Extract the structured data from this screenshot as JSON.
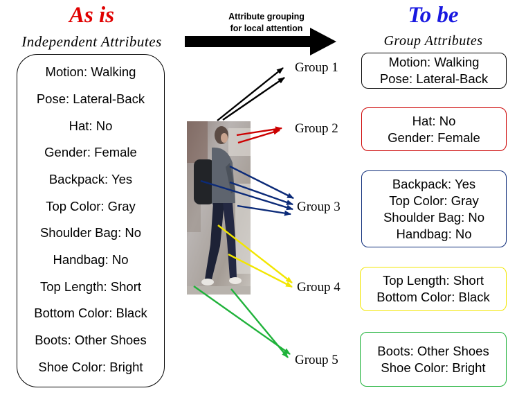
{
  "as_is": {
    "title": "As is",
    "subtitle": "Independent Attributes",
    "attributes": [
      "Motion: Walking",
      "Pose: Lateral-Back",
      "Hat: No",
      "Gender: Female",
      "Backpack: Yes",
      "Top Color: Gray",
      "Shoulder Bag: No",
      "Handbag: No",
      "Top Length: Short",
      "Bottom Color: Black",
      "Boots: Other Shoes",
      "Shoe Color: Bright"
    ]
  },
  "arrow_caption": {
    "line1": "Attribute grouping",
    "line2": "for local attention"
  },
  "to_be": {
    "title": "To be",
    "subtitle": "Group Attributes"
  },
  "groups": [
    {
      "label": "Group 1",
      "color": "#000000",
      "lines": [
        "Motion: Walking",
        "Pose: Lateral-Back"
      ]
    },
    {
      "label": "Group 2",
      "color": "#cc0000",
      "lines": [
        "Hat: No",
        "Gender: Female"
      ]
    },
    {
      "label": "Group 3",
      "color": "#0b2a78",
      "lines": [
        "Backpack: Yes",
        "Top Color: Gray",
        "Shoulder Bag: No",
        "Handbag: No"
      ]
    },
    {
      "label": "Group 4",
      "color": "#f2e600",
      "lines": [
        "Top Length: Short",
        "Bottom Color: Black"
      ]
    },
    {
      "label": "Group 5",
      "color": "#1fb23a",
      "lines": [
        "Boots: Other Shoes",
        "Shoe Color: Bright"
      ]
    }
  ],
  "pedestrian_image": {
    "description_icon": "pedestrian-photo"
  }
}
